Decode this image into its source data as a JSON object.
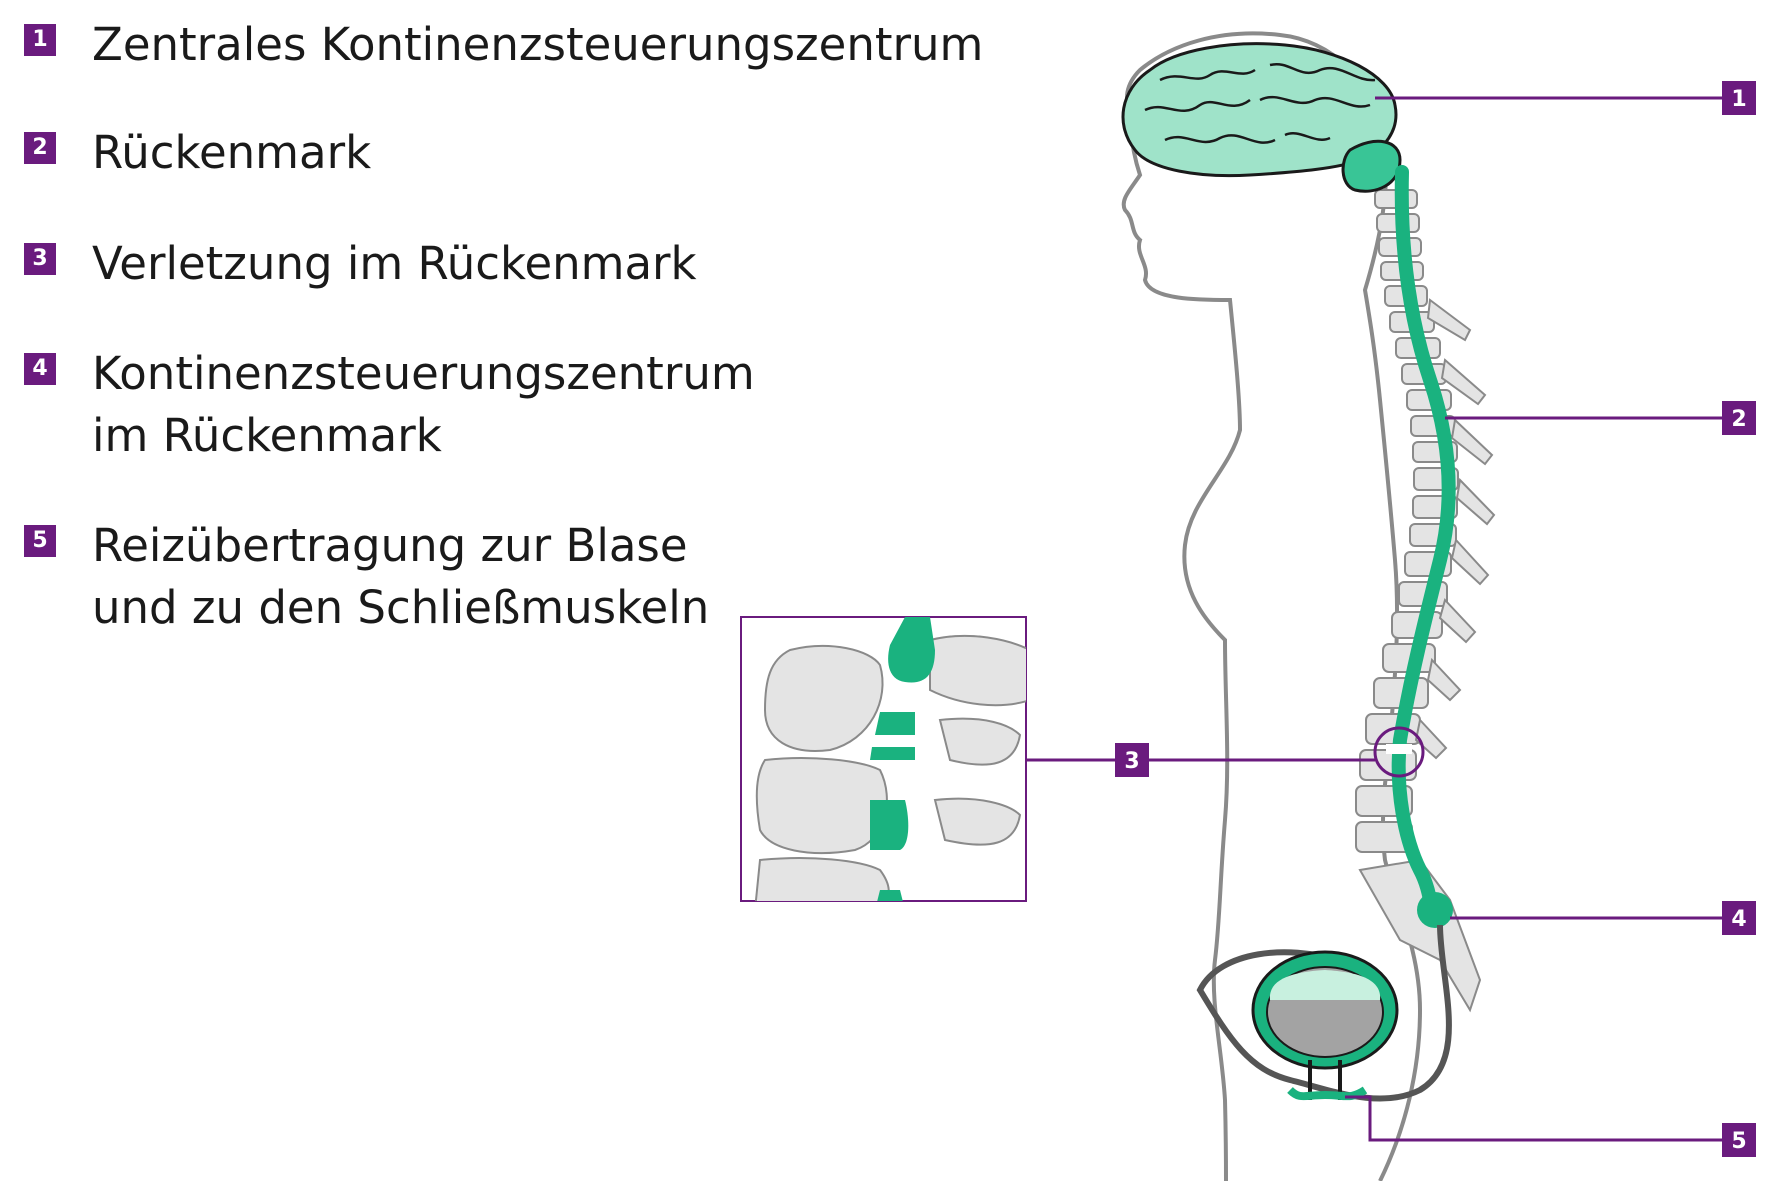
{
  "legend": {
    "items": [
      {
        "number": "1",
        "lines": [
          "Zentrales Kontinenzsteuerungszentrum"
        ]
      },
      {
        "number": "2",
        "lines": [
          "Rückenmark"
        ]
      },
      {
        "number": "3",
        "lines": [
          "Verletzung im Rückenmark"
        ]
      },
      {
        "number": "4",
        "lines": [
          "Kontinenzsteuerungszentrum",
          "im Rückenmark"
        ]
      },
      {
        "number": "5",
        "lines": [
          "Reizübertragung zur Blase",
          "und zu den Schließmuskeln"
        ]
      }
    ]
  },
  "callouts": [
    "1",
    "2",
    "3",
    "4",
    "5"
  ],
  "colors": {
    "accent": "#6a1b7e",
    "spinal_cord": "#1ab27f",
    "brain": "#9fe3c9",
    "bone": "#e4e4e4",
    "outline": "#8a8a8a",
    "nerve": "#555555"
  }
}
